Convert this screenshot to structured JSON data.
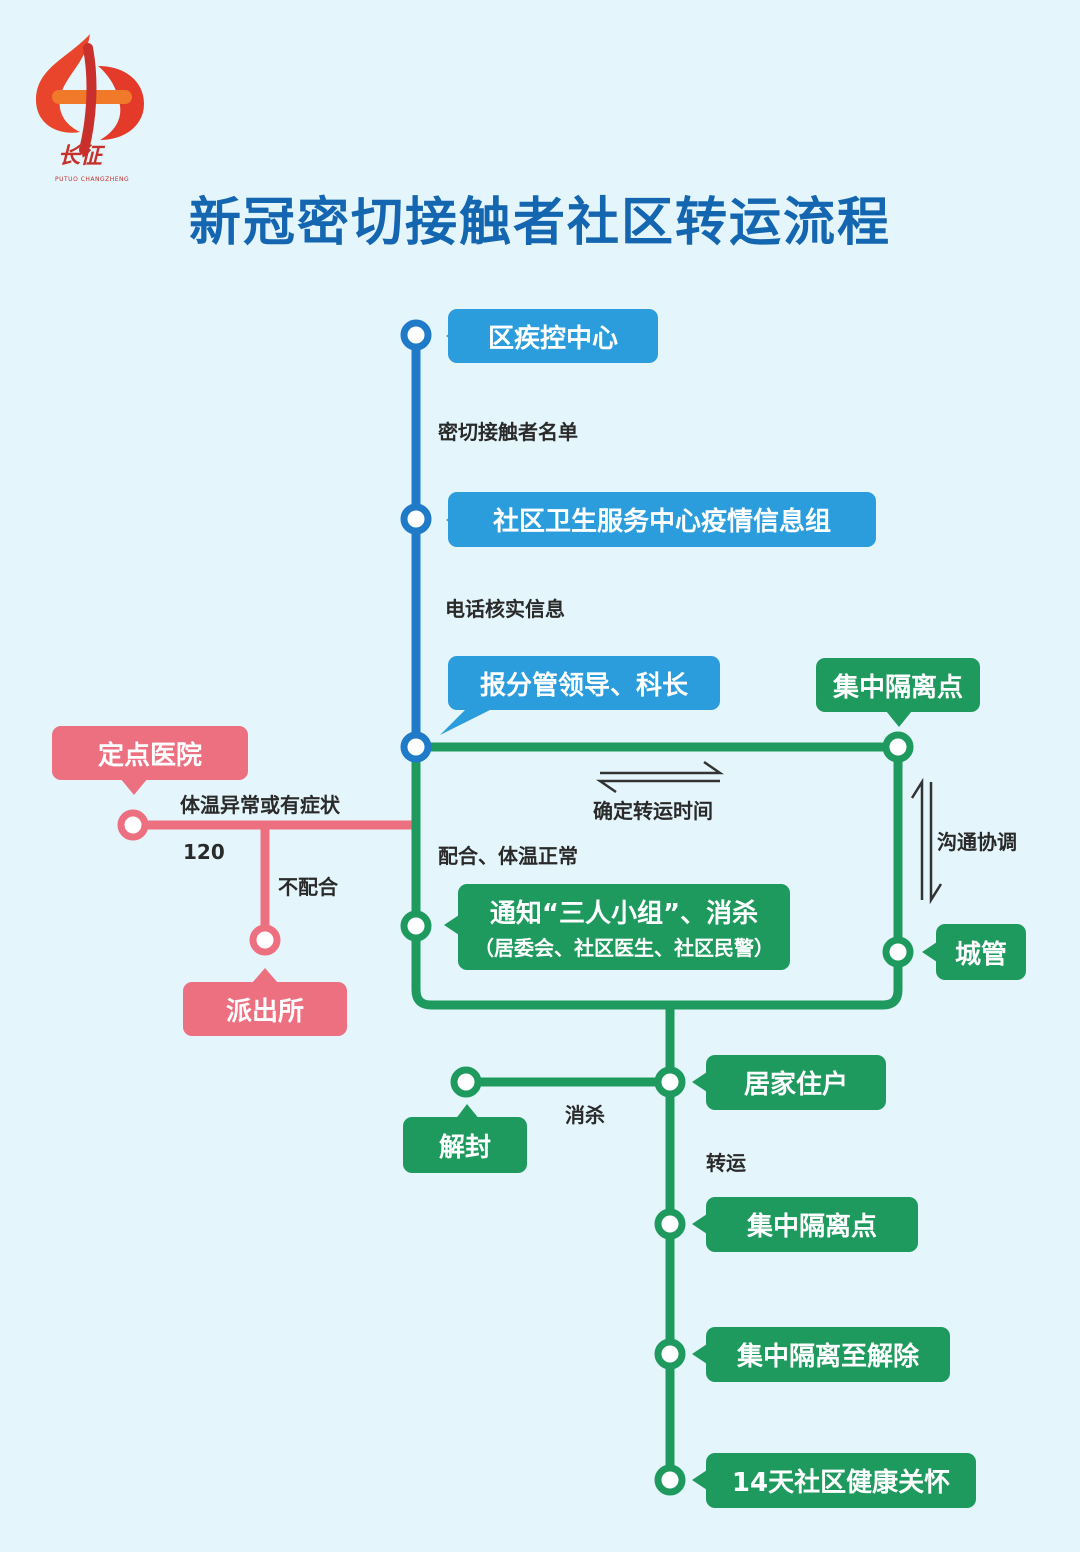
{
  "title": "新冠密切接触者社区转运流程",
  "logo": {
    "text": "长征",
    "sub": "PUTUO CHANGZHENG",
    "icon": "changzheng-logo"
  },
  "colors": {
    "blue": "#2b9ddc",
    "line_blue": "#1f7ac8",
    "green": "#1f9a5e",
    "pink": "#ec7080",
    "bg": "#e4f6fb"
  },
  "nodes": {
    "cdc": "区疾控中心",
    "community_info": "社区卫生服务中心疫情信息组",
    "report": "报分管领导、科长",
    "quarantine_top": "集中隔离点",
    "hospital": "定点医院",
    "police": "派出所",
    "notify_main": "通知“三人小组”、消杀",
    "notify_sub": "（居委会、社区医生、社区民警）",
    "urban": "城管",
    "home": "居家住户",
    "unseal": "解封",
    "quarantine": "集中隔离点",
    "release": "集中隔离至解除",
    "care": "14天社区健康关怀"
  },
  "labels": {
    "list": "密切接触者名单",
    "phone": "电话核实信息",
    "confirm_time": "确定转运时间",
    "coordinate": "沟通协调",
    "abnormal": "体温异常或有症状",
    "n120": "120",
    "refuse": "不配合",
    "cooperate": "配合、体温正常",
    "disinfect": "消杀",
    "transport": "转运"
  }
}
